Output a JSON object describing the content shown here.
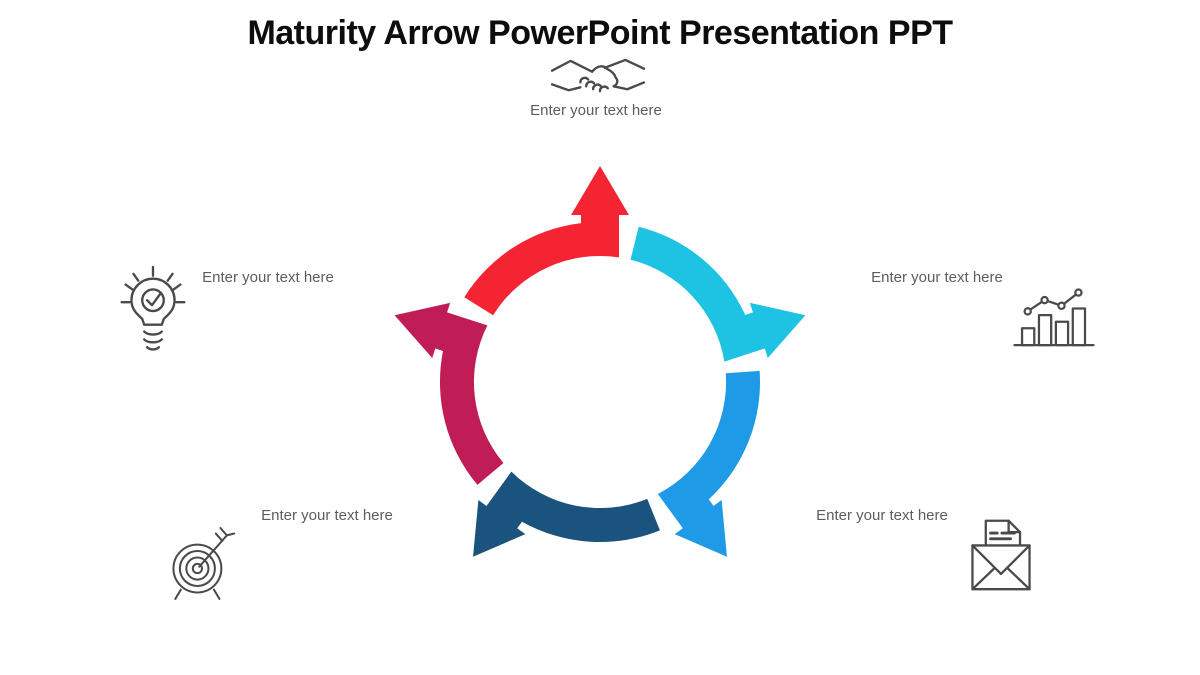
{
  "slide": {
    "title": "Maturity Arrow PowerPoint Presentation PPT"
  },
  "colors": {
    "background": "#ffffff",
    "title": "#0d0d0d",
    "label": "#5d5d5d",
    "icon": "#4a4a4a"
  },
  "diagram": {
    "type": "cycle-arrows",
    "segment_count": 5,
    "flow": "clockwise",
    "segments": [
      {
        "position": "top",
        "color": "#f42433",
        "icon": "handshake-icon",
        "label": "Enter your text here"
      },
      {
        "position": "upper-right",
        "color": "#1ec2e2",
        "icon": "bar-chart-icon",
        "label": "Enter your text here"
      },
      {
        "position": "lower-right",
        "color": "#1e9ae6",
        "icon": "envelope-icon",
        "label": "Enter your text here"
      },
      {
        "position": "bottom-left",
        "color": "#1b537f",
        "icon": "target-icon",
        "label": "Enter your text here"
      },
      {
        "position": "upper-left",
        "color": "#c01c55",
        "icon": "lightbulb-icon",
        "label": "Enter your text here"
      }
    ]
  }
}
